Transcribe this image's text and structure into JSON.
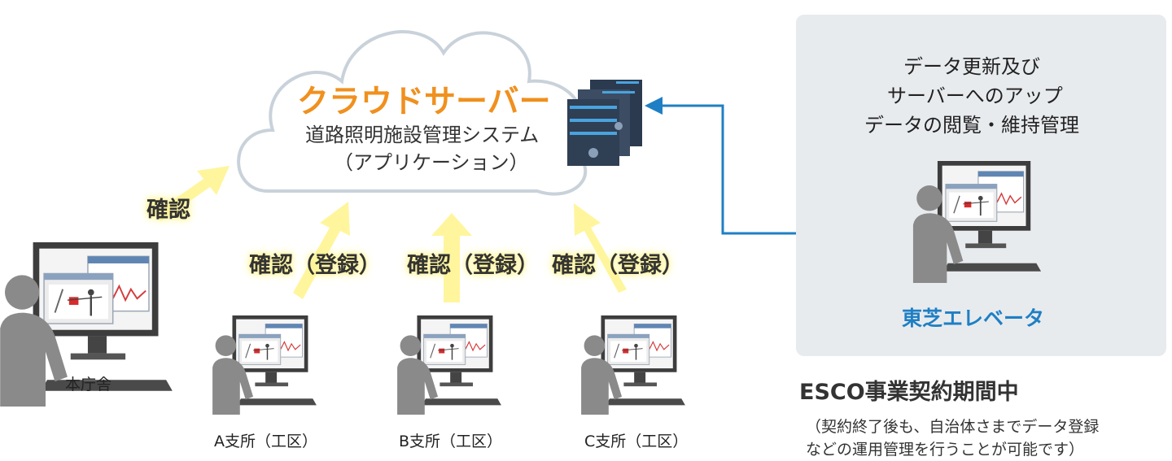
{
  "cloud": {
    "title": "クラウドサーバー",
    "line1": "道路照明施設管理システム",
    "line2": "（アプリケーション）"
  },
  "arrows": {
    "main_office": "確認",
    "branch_a": "確認（登録）",
    "branch_b": "確認（登録）",
    "branch_c": "確認（登録）"
  },
  "sites": {
    "main_office": "本庁舎",
    "branch_a": "A支所（工区）",
    "branch_b": "B支所（工区）",
    "branch_c": "C支所（工区）"
  },
  "esco_panel": {
    "line1": "データ更新及び",
    "line2": "サーバーへのアップ",
    "line3": "データの閲覧・維持管理",
    "company": "東芝エレベータ"
  },
  "esco_note": {
    "title": "ESCO事業契約期間中",
    "line1": "（契約終了後も、自治体さまでデータ登録",
    "line2": "などの運用管理を行うことが可能です）"
  },
  "colors": {
    "cloud_title": "#f0901e",
    "company": "#1f7fc4",
    "connector": "#1f7fc4",
    "arrow_fill": "#fff59d",
    "panel": "#e8ebee"
  },
  "icons": [
    "cloud-icon",
    "server-icon",
    "pc-user-icon",
    "arrow-icon"
  ]
}
